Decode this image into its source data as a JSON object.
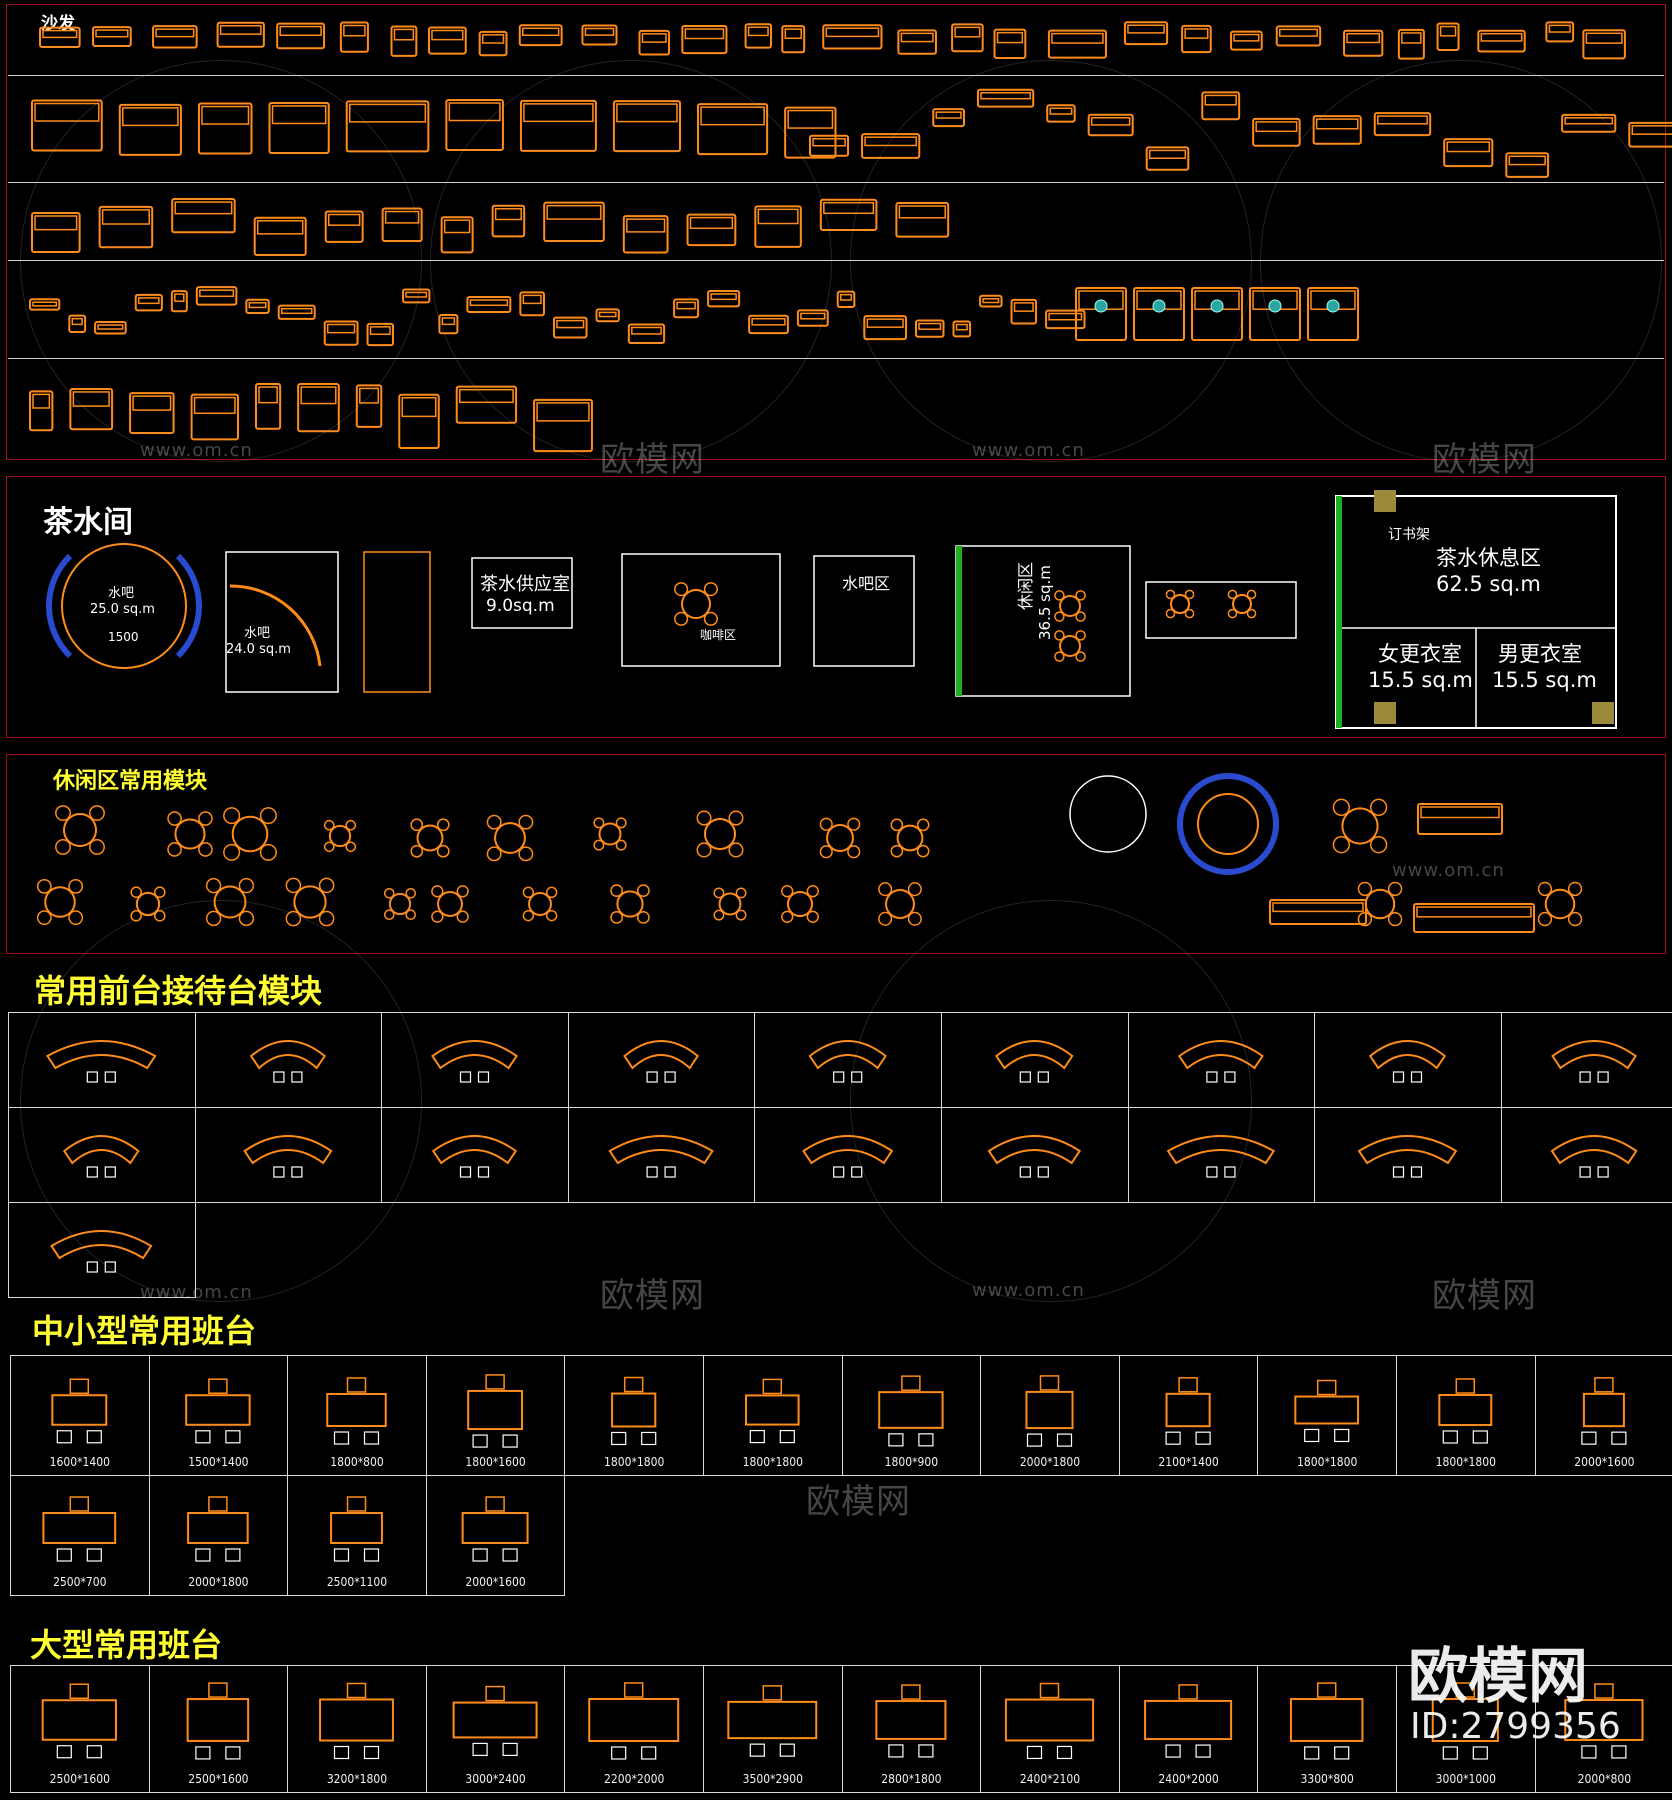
{
  "sections": {
    "sofa": {
      "title": "沙发"
    },
    "tea_room": {
      "title": "茶水间"
    },
    "leisure": {
      "title": "休闲区常用模块"
    },
    "reception": {
      "title": "常用前台接待台模块"
    },
    "small_desk": {
      "title": "中小型常用班台",
      "row1": [
        "1600*1400",
        "1500*1400",
        "1800*800",
        "1800*1600",
        "1800*1800",
        "1800*1800",
        "1800*900",
        "2000*1800",
        "2100*1400",
        "1800*1800",
        "1800*1800",
        "2000*1600"
      ],
      "row2": [
        "2500*700",
        "2000*1800",
        "2500*1100",
        "2000*1600"
      ]
    },
    "large_desk": {
      "title": "大型常用班台",
      "row1": [
        "2500*1600",
        "2500*1600",
        "3200*1800",
        "3000*2400",
        "2200*2000",
        "3500*2900",
        "2800*1800",
        "2400*2100",
        "2400*2000",
        "3300*800",
        "3000*1000",
        "2000*800"
      ]
    }
  },
  "tea_rooms": {
    "bar1_name": "水吧",
    "bar1_area": "25.0 sq.m",
    "bar1_dim": "1500",
    "bar2_name": "水吧",
    "bar2_area": "24.0 sq.m",
    "supply_name": "茶水供应室",
    "supply_area": "9.0sq.m",
    "coffee_name": "咖啡区",
    "water_name": "水吧区",
    "rest_name": "休闲区",
    "rest_area": "36.5 sq.m",
    "lounge_booking": "订书架",
    "lounge_name": "茶水休息区",
    "lounge_area": "62.5 sq.m",
    "women_name": "女更衣室",
    "women_area": "15.5 sq.m",
    "men_name": "男更衣室",
    "men_area": "15.5 sq.m"
  },
  "watermark": {
    "brand": "欧模网",
    "url": "www.om.cn",
    "id": "ID:2799356"
  },
  "colors": {
    "cad_orange": "#ff8c1a",
    "panel_border": "#a01212",
    "title_yellow": "#ffff33",
    "grid_line": "#d9d9d9",
    "background": "#000000"
  }
}
